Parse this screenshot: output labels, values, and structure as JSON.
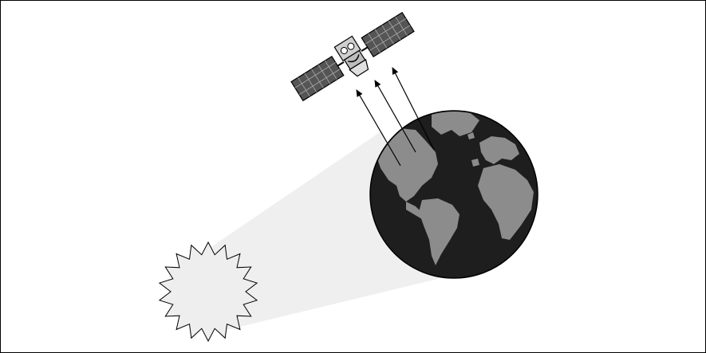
{
  "diagram": {
    "elements": [
      "sun",
      "sunlight-beam",
      "earth",
      "reflected-radiation-arrows",
      "satellite"
    ],
    "colors": {
      "background": "#ffffff",
      "frame": "#000000",
      "beam": "#efefef",
      "sun_fill": "#eeeeee",
      "ocean": "#1e1e1e",
      "land": "#8c8c8c",
      "solar_panel": "#555555",
      "satellite_body": "#cfcfcf",
      "arrow": "#000000"
    },
    "arrow_count": 3
  }
}
